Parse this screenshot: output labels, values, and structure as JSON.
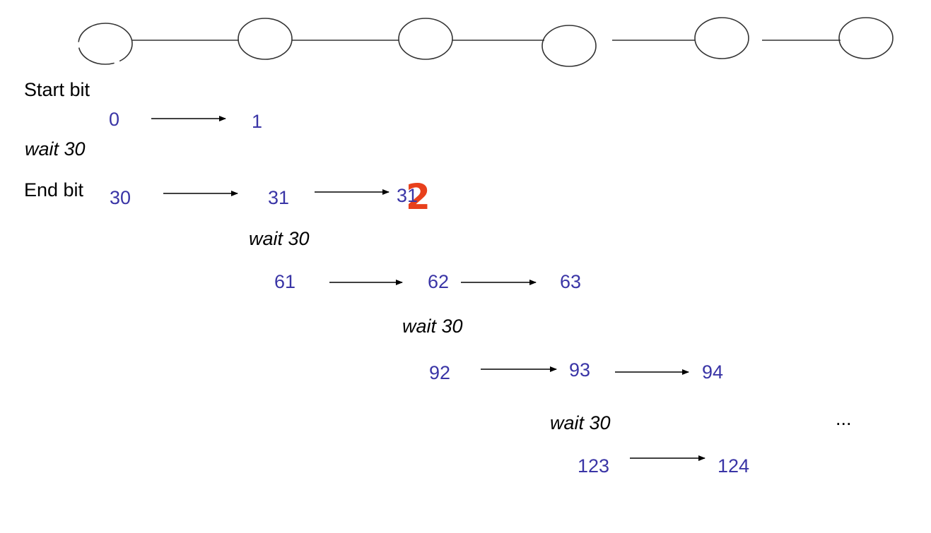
{
  "colors": {
    "number": "#3a35a6",
    "line": "#000000",
    "annotation": "#e8401c"
  },
  "labels": {
    "start_bit": "Start bit",
    "end_bit": "End bit",
    "wait_1": "wait 30",
    "wait_2": "wait 30",
    "wait_3": "wait 30",
    "wait_4": "wait 30",
    "ellipsis": "..."
  },
  "nodes": 6,
  "rows": [
    {
      "values": [
        "0",
        "1"
      ]
    },
    {
      "values": [
        "30",
        "31",
        "31"
      ]
    },
    {
      "values": [
        "61",
        "62",
        "63"
      ]
    },
    {
      "values": [
        "92",
        "93",
        "94"
      ]
    },
    {
      "values": [
        "123",
        "124"
      ]
    }
  ],
  "annotation": "2"
}
